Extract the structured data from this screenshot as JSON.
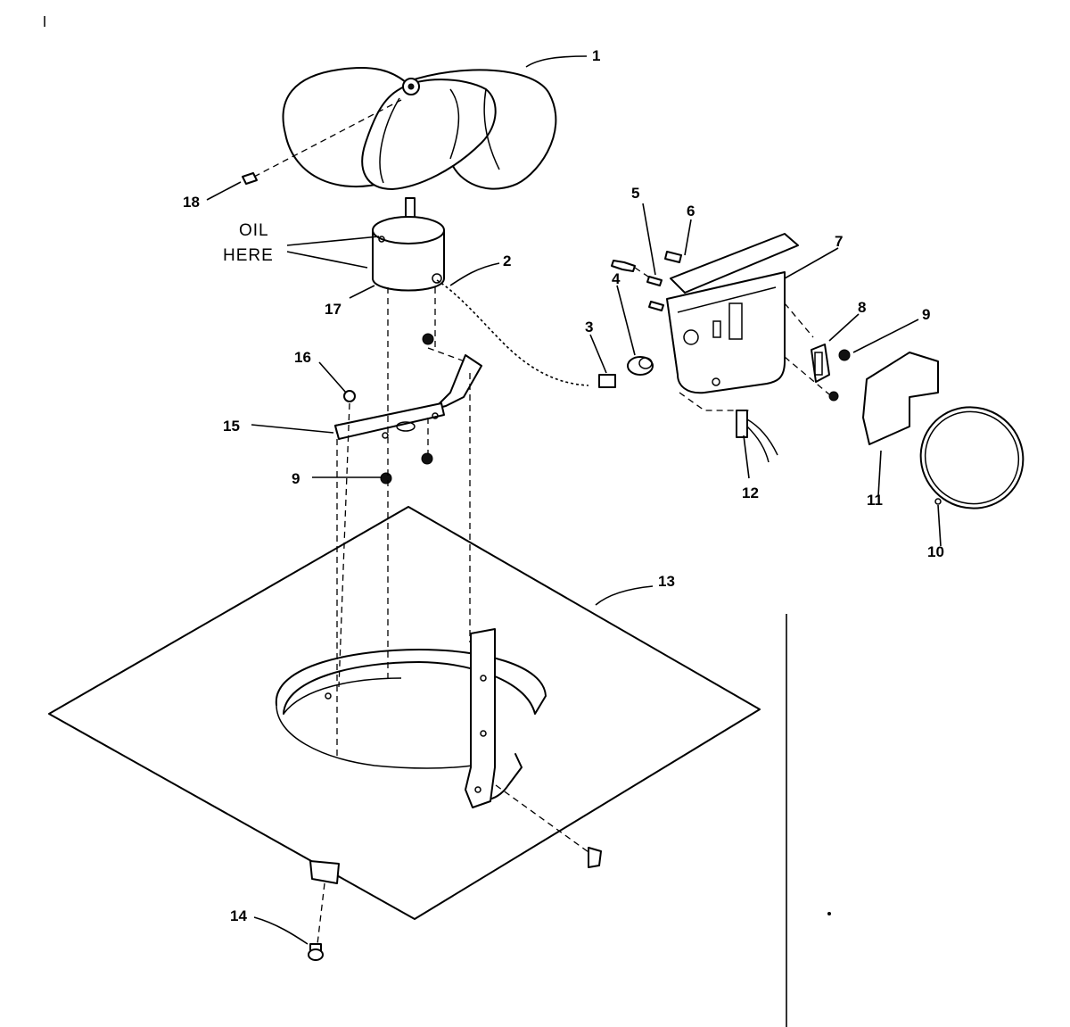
{
  "note": {
    "line1": "OIL",
    "line2": "HERE"
  },
  "callouts": {
    "c1": "1",
    "c2": "2",
    "c3": "3",
    "c4": "4",
    "c5": "5",
    "c6": "6",
    "c7": "7",
    "c8": "8",
    "c9a": "9",
    "c9b": "9",
    "c10": "10",
    "c11": "11",
    "c12": "12",
    "c13": "13",
    "c14": "14",
    "c15": "15",
    "c16": "16",
    "c17": "17",
    "c18": "18"
  }
}
